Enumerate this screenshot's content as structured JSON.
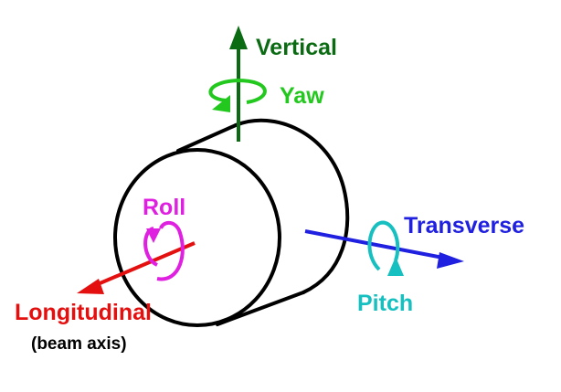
{
  "colors": {
    "background": "#ffffff",
    "outline": "#000000",
    "vertical": "#0a6b12",
    "yaw": "#22c81e",
    "transverse": "#2020e0",
    "pitch": "#16c0c0",
    "longitudinal": "#e41010",
    "roll": "#e020e0"
  },
  "labels": {
    "vertical": "Vertical",
    "yaw": "Yaw",
    "transverse": "Transverse",
    "pitch": "Pitch",
    "longitudinal": "Longitudinal",
    "beam_axis": "(beam axis)",
    "roll": "Roll"
  }
}
